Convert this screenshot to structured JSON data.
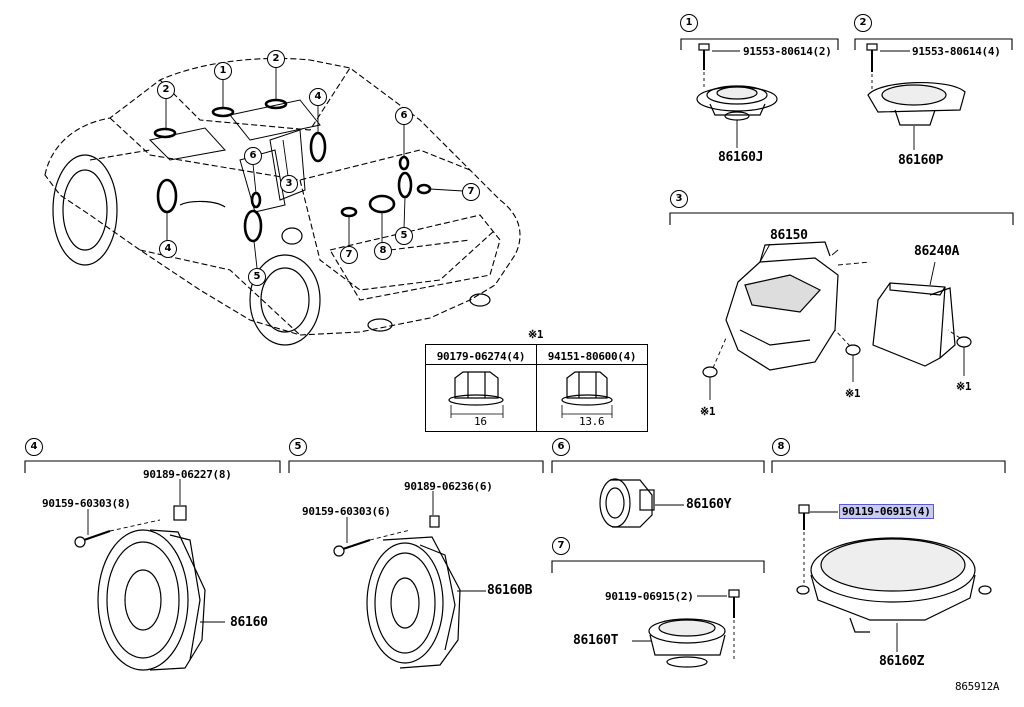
{
  "diagram": {
    "reference_code": "865912A",
    "car_callouts": [
      "1",
      "2",
      "2",
      "3",
      "4",
      "4",
      "5",
      "5",
      "6",
      "6",
      "7",
      "7",
      "8"
    ],
    "groups": {
      "g1": {
        "num": "1",
        "bolt": "91553-80614(2)",
        "part": "86160J"
      },
      "g2": {
        "num": "2",
        "bolt": "91553-80614(4)",
        "part": "86160P"
      },
      "g3": {
        "num": "3",
        "speaker": "86150",
        "amp": "86240A",
        "note1": "※1",
        "note2": "※1",
        "note3": "※1"
      },
      "g4": {
        "num": "4",
        "screw": "90159-60303(8)",
        "clip": "90189-06227(8)",
        "part": "86160"
      },
      "g5": {
        "num": "5",
        "screw": "90159-60303(6)",
        "clip": "90189-06236(6)",
        "part": "86160B"
      },
      "g6": {
        "num": "6",
        "part": "86160Y"
      },
      "g7": {
        "num": "7",
        "bolt": "90119-06915(2)",
        "part": "86160T"
      },
      "g8": {
        "num": "8",
        "bolt": "90119-06915(4)",
        "part": "86160Z"
      }
    },
    "fastener_table": {
      "note": "※1",
      "nut1": {
        "part": "90179-06274(4)",
        "size": "16"
      },
      "nut2": {
        "part": "94151-80600(4)",
        "size": "13.6"
      }
    }
  }
}
